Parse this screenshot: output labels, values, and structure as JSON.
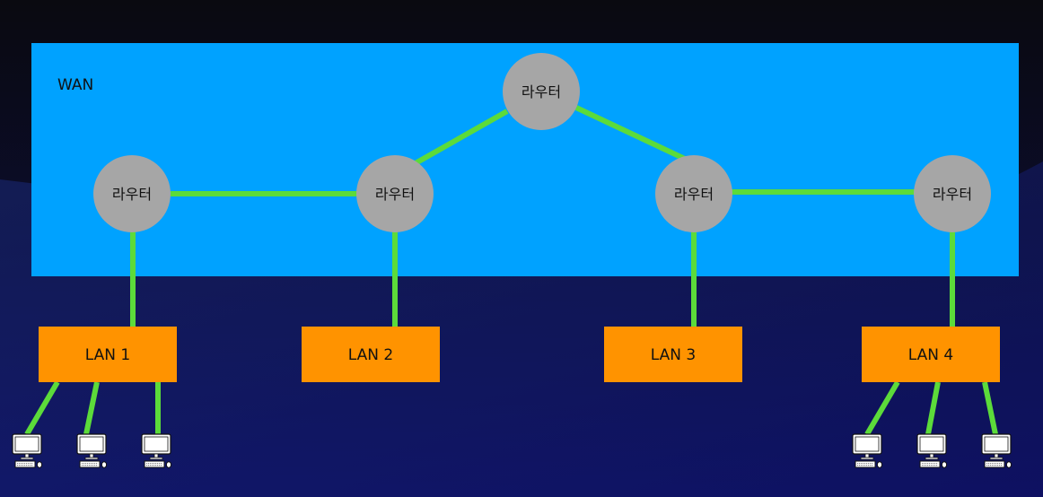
{
  "wan": {
    "label": "WAN",
    "fill": "#00A2FF"
  },
  "routers": {
    "label": "라우터",
    "fill": "#A6A6A6",
    "items": [
      {
        "id": "top",
        "label": "라우터"
      },
      {
        "id": "r1",
        "label": "라우터"
      },
      {
        "id": "r2",
        "label": "라우터"
      },
      {
        "id": "r3",
        "label": "라우터"
      },
      {
        "id": "r4",
        "label": "라우터"
      }
    ]
  },
  "lans": {
    "fill": "#FF9300",
    "items": [
      {
        "id": "lan1",
        "label": "LAN 1"
      },
      {
        "id": "lan2",
        "label": "LAN 2"
      },
      {
        "id": "lan3",
        "label": "LAN 3"
      },
      {
        "id": "lan4",
        "label": "LAN 4"
      }
    ]
  },
  "links": {
    "color": "#5CDB3A"
  },
  "computers": {
    "icon": "computer-icon",
    "count_lan1": 3,
    "count_lan4": 3
  },
  "background": {
    "top": "#0b0b14",
    "bottom": "#0d0f5a"
  }
}
